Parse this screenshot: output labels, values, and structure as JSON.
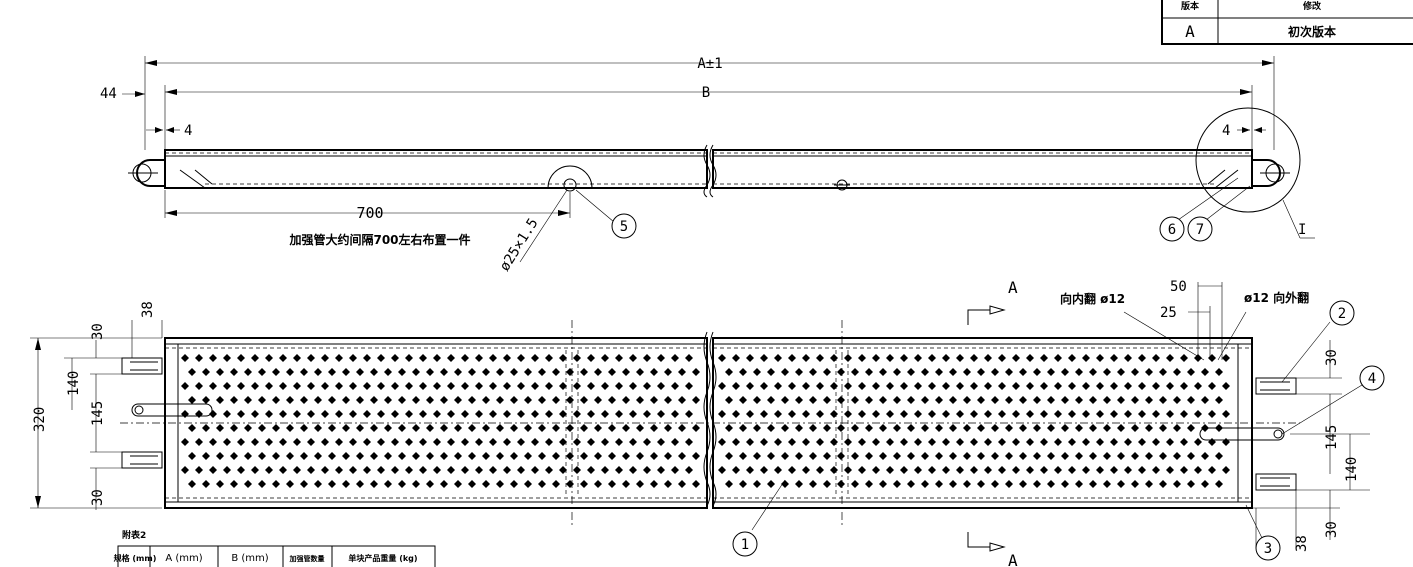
{
  "revision_table": {
    "header_version": "版本",
    "header_revision": "修改",
    "row_version": "A",
    "row_revision": "初次版本"
  },
  "top_view": {
    "overall_length": "A±1",
    "inner_length": "B",
    "hook_offset": "44",
    "left_gap": "4",
    "right_gap": "4",
    "stiffener_pitch": "700",
    "stiffener_note": "加强管大约间隔700左右布置一件",
    "tube_size": "ø25×1.5",
    "detail_label": "I"
  },
  "plan_view": {
    "overall_width": "320",
    "dim_140_left": "140",
    "dim_145_left": "145",
    "dim_30_top": "30",
    "dim_38_top": "38",
    "dim_30_bottom_left": "30",
    "dim_50": "50",
    "dim_25": "25",
    "hole_inward": "向内翻 ø12",
    "hole_outward": "ø12 向外翻",
    "dim_30_right_top": "30",
    "dim_145_right": "145",
    "dim_140_right": "140",
    "dim_38_bottom": "38",
    "dim_30_bottom_right": "30",
    "section_mark": "A"
  },
  "balloons": [
    "1",
    "2",
    "3",
    "4",
    "5",
    "6",
    "7"
  ],
  "spec_table": {
    "title": "附表2",
    "headers": [
      "规格 (mm)",
      "A (mm)",
      "B (mm)",
      "加强管数量",
      "单块产品重量 (kg)"
    ]
  }
}
